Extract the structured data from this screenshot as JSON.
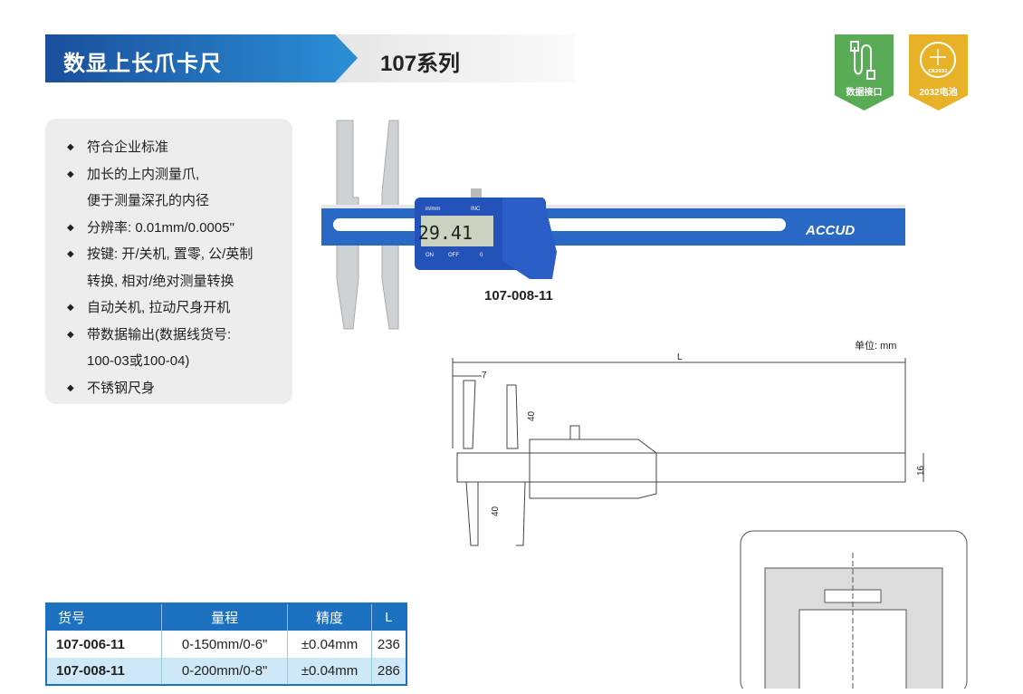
{
  "header": {
    "title": "数显上长爪卡尺",
    "series": "107系列"
  },
  "badges": [
    {
      "label": "数据接口",
      "color": "#5aab55"
    },
    {
      "label": "2032电池",
      "color": "#e8b228",
      "coin_text": "CR2032"
    }
  ],
  "features": [
    "符合企业标准",
    "加长的上内测量爪,",
    "便于测量深孔的内径",
    "分辨率: 0.01mm/0.0005\"",
    "按键: 开/关机, 置零, 公/英制",
    "转换, 相对/绝对测量转换",
    "自动关机, 拉动尺身开机",
    "带数据输出(数据线货号:",
    "100-03或100-04)",
    "不锈钢尺身"
  ],
  "product": {
    "model": "107-008-11",
    "display": "29.41",
    "brand": "ACCUD",
    "buttons": [
      "in/mm",
      "INC",
      "ON",
      "OFF",
      "0"
    ],
    "unit_label": "mm"
  },
  "drawing": {
    "unit": "单位: mm",
    "dims": {
      "L": "L",
      "jaw_width": "7",
      "upper_jaw": "40",
      "lower_jaw": "40",
      "beam": "16"
    }
  },
  "table": {
    "headers": [
      "货号",
      "量程",
      "精度",
      "L"
    ],
    "rows": [
      [
        "107-006-11",
        "0-150mm/0-6\"",
        "±0.04mm",
        "236"
      ],
      [
        "107-008-11",
        "0-200mm/0-8\"",
        "±0.04mm",
        "286"
      ]
    ]
  }
}
